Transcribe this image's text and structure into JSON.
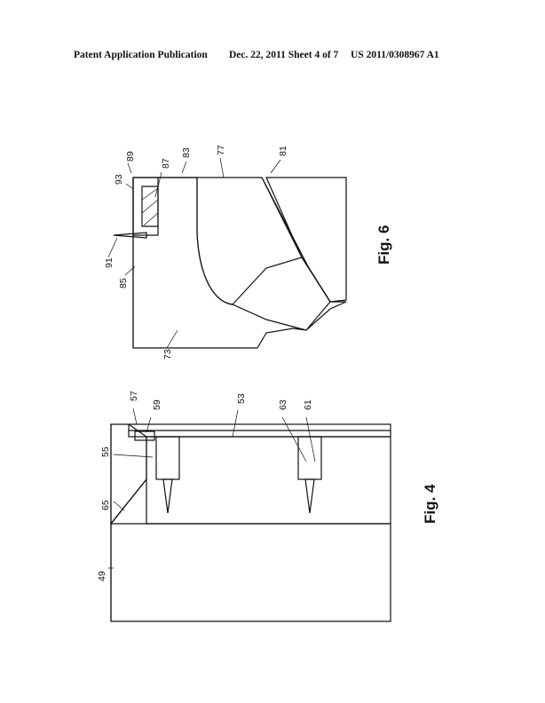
{
  "header": {
    "left": "Patent Application Publication",
    "middle": "Dec. 22, 2011   Sheet 4 of 7",
    "right": "US 2011/0308967 A1"
  },
  "figures": {
    "fig6": {
      "caption": "Fig. 6",
      "labels": {
        "r89": "89",
        "r83": "83",
        "r77": "77",
        "r81": "81",
        "r93": "93",
        "r87": "87",
        "r91": "91",
        "r85": "85",
        "r73": "73"
      }
    },
    "fig4": {
      "caption": "Fig. 4",
      "labels": {
        "r57": "57",
        "r59": "59",
        "r53": "53",
        "r63": "63",
        "r61": "61",
        "r55": "55",
        "r65": "65",
        "r49": "49"
      }
    }
  },
  "colors": {
    "ink": "#111111",
    "paper": "#ffffff"
  }
}
